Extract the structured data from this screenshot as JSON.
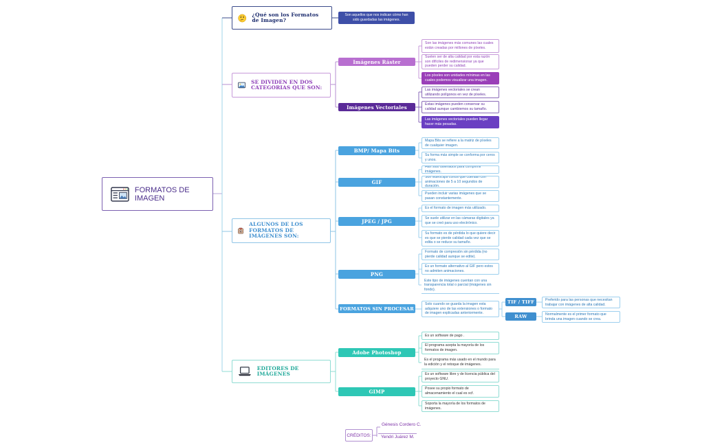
{
  "central": {
    "title": "FORMATOS DE IMAGEN",
    "icon": "image-window-icon"
  },
  "branches": {
    "que_son": {
      "title": "¿Qué son los Formatos de Imagen?",
      "icon": "thinking-face-icon",
      "color": "#1a2a6c",
      "answer": "Son  aquellos que nos indican cómo han sido guardadas las imágenes."
    },
    "categorias": {
      "title": "SE DIVIDEN EN DOS CATEGORIAS QUE SON:",
      "icon": "picture-icon",
      "color": "#8e3fb8",
      "raster": {
        "label": "Imágenes Ráster",
        "color": "#b86fd0",
        "items": [
          "Son las imágenes más comunes las cuales están creadas por millones  de píxeles.",
          "Suelen ser de alta calidad por esta razón son difíciles de redimensionar ya que pueden perder su calidad.",
          "Los píxeles son unidades mínimas en las cuales podemos visualizar una imagen."
        ]
      },
      "vector": {
        "label": "Imágenes Vectoriales",
        "color": "#5a2a98",
        "items": [
          "Las imágenes vectoriales se crean utilizando polígonos en vez de píxeles.",
          "Estas imágenes pueden conservar su calidad aunque cambiemos su tamaño.",
          "Las imágenes vectoriales pueden llegar hacer más pesadas."
        ]
      }
    },
    "formatos": {
      "title": "ALGUNOS DE LOS FORMATOS DE IMÁGENES SON:",
      "icon": "camera-icon",
      "color": "#3f8fcf",
      "bmp": {
        "label": "BMP/ Mapa Bits",
        "items": [
          "Mapa Bits se refiere a la matriz de píxeles de cualquier imagen.",
          "Su forma más simple se conforma por ceros y unos."
        ]
      },
      "gif": {
        "label": "GIF",
        "items": [
          "Han sido diseñados para comprimir imágenes.",
          "Son videoclips cortos  que cuentan con animaciones de 5 a 10 segundos de duración.",
          "Pueden incluir varias imágenes que se pasan constantemente."
        ]
      },
      "jpeg": {
        "label": "JPEG / JPG",
        "items": [
          "Es el formato de imagen más utilizado.",
          "Se suele utilizar en las cámaras digitales ya que se creó para uso electrónico.",
          "Su formato es de pérdida lo que quiere decir es que se pierde calidad cada vez que se edita o se reduce su tamaño."
        ]
      },
      "png": {
        "label": "PNG",
        "items": [
          "Formato de compresión sin pérdida (no pierde calidad aunque se edite).",
          "Es un formato  alternativo al GIF  pero estos no admiten animaciones.",
          "Este tipo de imágenes cuentan con una transparencia total o parcial (imágenes sin fondo)."
        ]
      },
      "sin_procesar": {
        "label": "FORMATOS SIN PROCESAR",
        "desc": "Solo cuando se guarda la imagen esta adquiere uno de las extensiones o formato de imagen explicadas anteriormente.",
        "tif": {
          "label": "TIF / TIFF",
          "desc": "Preferido para las personas que necesitan trabajar con imágenes de alta calidad."
        },
        "raw": {
          "label": "RAW",
          "desc": "Normalmente es el primer formato que brinda una imagen cuando se crea."
        }
      }
    },
    "editores": {
      "title": "EDITORES DE IMÁGENES",
      "icon": "laptop-icon",
      "color": "#2ebfb0",
      "photoshop": {
        "label": "Adobe Photoshop",
        "items": [
          "Es un software de pago .",
          "El programa acepta la mayoría de los formatos de imagen.",
          "Es el programa más usado en el mundo para la edición y el retoque de imágenes."
        ]
      },
      "gimp": {
        "label": "GIMP",
        "items": [
          "Es un software libre y de licencia pública del proyecto GNU.",
          "Posee su propio formato de almacenamiento el cual es xcf.",
          "Soporta la mayoría de los formatos de imágenes."
        ]
      }
    }
  },
  "credits": {
    "label": "CRÉDITOS:",
    "names": [
      "Génesis Cordero C.",
      "Yendri Juárez M."
    ]
  }
}
